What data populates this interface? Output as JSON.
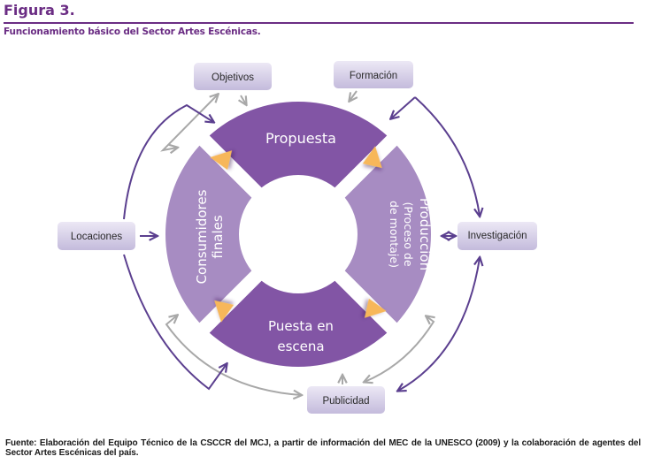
{
  "figure": {
    "title": "Figura 3.",
    "subtitle": "Funcionamiento básico del Sector Artes Escénicas.",
    "source": "Fuente: Elaboración del Equipo Técnico de la CSCCR del MCJ, a partir de información del MEC de la UNESCO (2009) y la colaboración de agentes del Sector Artes Escénicas del país."
  },
  "colors": {
    "brand": "#6b2d84",
    "segment_dark": "#8255a5",
    "segment_light": "#a78cc2",
    "triangle": "#f7b75a",
    "box_top": "#ebe7f4",
    "box_bottom": "#c6bedd",
    "arrow_purple": "#5b3f8f",
    "arrow_gray": "#a8a8a8"
  },
  "cycle_segments": [
    {
      "id": "propuesta",
      "lines": [
        "Propuesta"
      ]
    },
    {
      "id": "produccion",
      "lines": [
        "Producción",
        "(Proceso  de",
        "de montaje)"
      ]
    },
    {
      "id": "puesta-en-escena",
      "lines": [
        "Puesta en",
        "escena"
      ]
    },
    {
      "id": "consumidores-finales",
      "lines": [
        "Consumidores",
        "finales"
      ]
    }
  ],
  "external_boxes": {
    "objetivos": "Objetivos",
    "formacion": "Formación",
    "locaciones": "Locaciones",
    "investigacion": "Investigación",
    "publicidad": "Publicidad"
  }
}
